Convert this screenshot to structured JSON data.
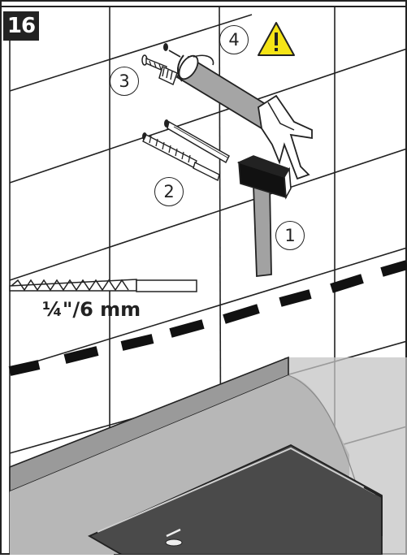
{
  "step": {
    "number": "16"
  },
  "callouts": {
    "hammer": "1",
    "drill_bit_and_anchor": "2",
    "screw_and_plug": "3",
    "sealant_gun": "4"
  },
  "drill": {
    "size_label": "¼\"/6 mm"
  },
  "colors": {
    "ink": "#222222",
    "shadow": "#b9b9b9",
    "warning_yellow": "#f5e416"
  },
  "icons": {
    "warning": "warning-triangle-icon"
  }
}
